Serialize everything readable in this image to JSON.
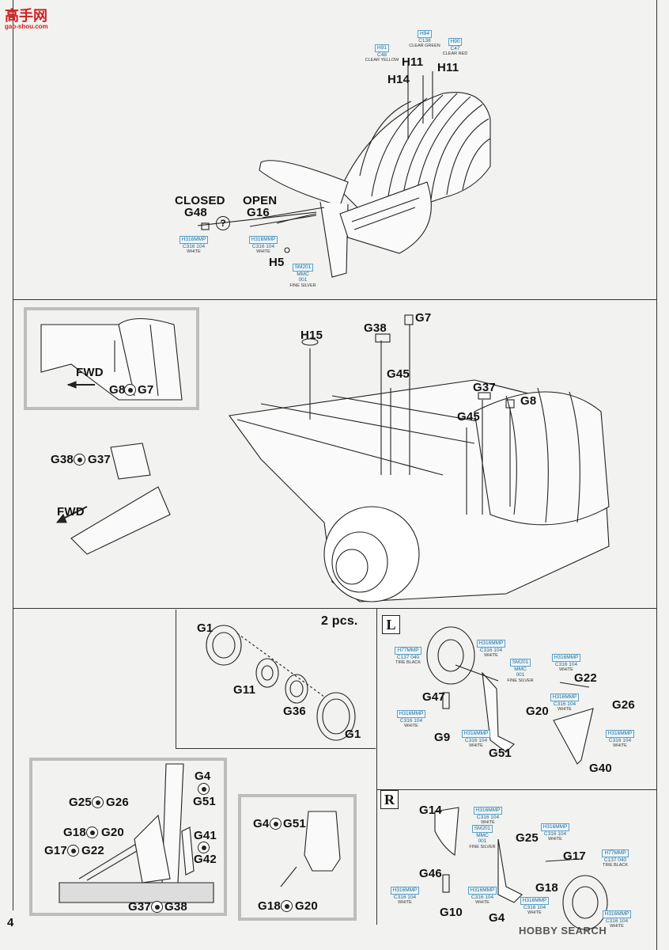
{
  "watermark": {
    "top_text": "高手网",
    "top_sub": "gao-shou.com",
    "bottom": "HOBBY SEARCH"
  },
  "page_number": "4",
  "step_top": {
    "closed": {
      "title": "CLOSED",
      "part": "G48"
    },
    "open": {
      "title": "OPEN",
      "part": "G16"
    },
    "help_symbol": "?",
    "parts": [
      "H11",
      "H11",
      "H14",
      "H5"
    ],
    "paints": {
      "clear_yellow": {
        "code1": "H91",
        "code2": "C48",
        "name": "CLEAR YELLOW"
      },
      "clear_green": {
        "code1": "H94",
        "code2": "C138",
        "name": "CLEAR GREEN"
      },
      "clear_red": {
        "code1": "H90",
        "code2": "C47",
        "name": "CLEAR RED"
      },
      "white_closed": {
        "code1": "H316",
        "code1b": "MMP",
        "code2": "C316",
        "code2b": "104",
        "name": "WHITE"
      },
      "white_open": {
        "code1": "H316",
        "code1b": "MMP",
        "code2": "C316",
        "code2b": "104",
        "name": "WHITE"
      },
      "fine_silver": {
        "code1": "SM201",
        "code2": "MMC",
        "code3": "001",
        "name": "FINE SILVER"
      }
    }
  },
  "step_mid": {
    "inset1": {
      "fwd": "FWD",
      "a": "G8",
      "b": "G7"
    },
    "inset2": {
      "fwd": "FWD",
      "a": "G38",
      "b": "G37"
    },
    "parts": [
      "H15",
      "G38",
      "G7",
      "G45",
      "G37",
      "G8",
      "G45"
    ]
  },
  "step_wheels": {
    "qty": "2 pcs.",
    "parts": [
      "G1",
      "G11",
      "G36",
      "G1"
    ]
  },
  "step_left": {
    "tag": "L",
    "parts": [
      "G47",
      "G9",
      "G51",
      "G20",
      "G22",
      "G26",
      "G40"
    ],
    "paints": {
      "tire": {
        "code1": "H77",
        "code1b": "MMP",
        "code2": "C137",
        "code2b": "040",
        "name": "TIRE BLACK"
      },
      "hub": {
        "code1": "H316",
        "code1b": "MMP",
        "code2": "C316",
        "code2b": "104",
        "name": "WHITE"
      },
      "strut": {
        "code1": "SM201",
        "code2": "MMC",
        "code3": "001",
        "name": "FINE SILVER"
      },
      "g22": {
        "code1": "H316",
        "code1b": "MMP",
        "code2": "C316",
        "code2b": "104",
        "name": "WHITE"
      },
      "g26": {
        "code1": "H316",
        "code1b": "MMP",
        "code2": "C316",
        "code2b": "104",
        "name": "WHITE"
      },
      "g47": {
        "code1": "H316",
        "code1b": "MMP",
        "code2": "C316",
        "code2b": "104",
        "name": "WHITE"
      },
      "g51": {
        "code1": "H316",
        "code1b": "MMP",
        "code2": "C316",
        "code2b": "104",
        "name": "WHITE"
      }
    }
  },
  "step_right": {
    "tag": "R",
    "parts": [
      "G14",
      "G25",
      "G17",
      "G46",
      "G18",
      "G10",
      "G4"
    ],
    "paints": {
      "g14": {
        "code1": "H316",
        "code1b": "MMP",
        "code2": "C316",
        "code2b": "104",
        "name": "WHITE"
      },
      "strut": {
        "code1": "SM201",
        "code2": "MMC",
        "code3": "001",
        "name": "FINE SILVER"
      },
      "g25": {
        "code1": "H316",
        "code1b": "MMP",
        "code2": "C316",
        "code2b": "104",
        "name": "WHITE"
      },
      "tire": {
        "code1": "H77",
        "code1b": "MMP",
        "code2": "C137",
        "code2b": "040",
        "name": "TIRE BLACK"
      },
      "g46": {
        "code1": "H316",
        "code1b": "MMP",
        "code2": "C316",
        "code2b": "104",
        "name": "WHITE"
      },
      "g4": {
        "code1": "H316",
        "code1b": "MMP",
        "code2": "C316",
        "code2b": "104",
        "name": "WHITE"
      },
      "hub": {
        "code1": "H316",
        "code1b": "MMP",
        "code2": "C316",
        "code2b": "104",
        "name": "WHITE"
      }
    }
  },
  "inset_gear_left": {
    "pairs": [
      {
        "a": "G4",
        "b": "G51"
      },
      {
        "a": "G25",
        "b": "G26"
      },
      {
        "a": "G18",
        "b": "G20"
      },
      {
        "a": "G17",
        "b": "G22"
      },
      {
        "a": "G41",
        "b": "G42"
      },
      {
        "a": "G37",
        "b": "G38"
      }
    ]
  },
  "inset_gear_right": {
    "pairs": [
      {
        "a": "G4",
        "b": "G51"
      },
      {
        "a": "G18",
        "b": "G20"
      }
    ]
  }
}
